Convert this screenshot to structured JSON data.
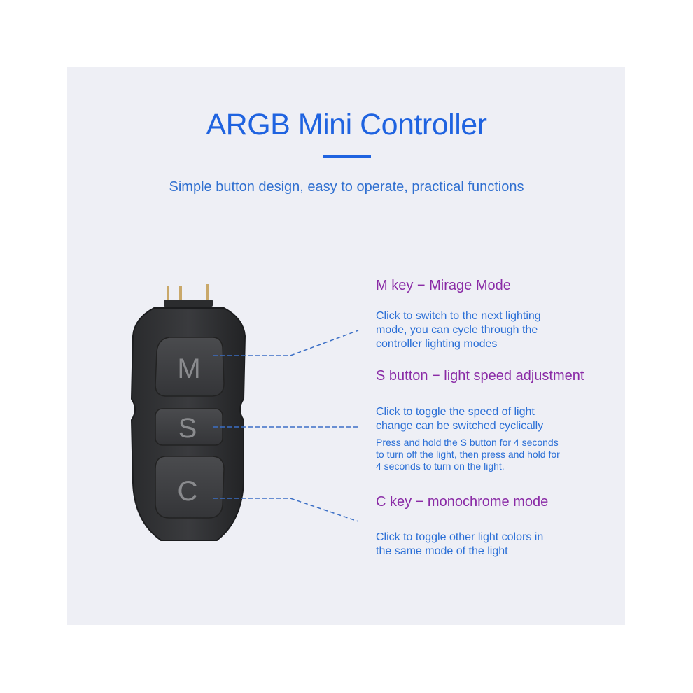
{
  "title": "ARGB Mini Controller",
  "subtitle": "Simple button design, easy to operate, practical functions",
  "device": {
    "keys": [
      "M",
      "S",
      "C"
    ]
  },
  "features": {
    "m_key": {
      "heading": "M key − Mirage Mode",
      "desc": "Click to switch to the next lighting\nmode, you can cycle through the\ncontroller lighting modes"
    },
    "s_button": {
      "heading": "S button − light speed adjustment",
      "desc": "Click to toggle the speed of light\nchange can be switched cyclically",
      "note": "Press and hold the S button for 4 seconds\nto turn off the light, then press and hold for\n4 seconds to turn on the light."
    },
    "c_key": {
      "heading": "C key − monochrome mode",
      "desc": "Click to toggle other light colors in\nthe same mode of the light"
    }
  },
  "colors": {
    "title": "#1f63e0",
    "heading": "#8a2ba6",
    "body": "#2b6fd6",
    "leader": "#3b6fc6"
  }
}
